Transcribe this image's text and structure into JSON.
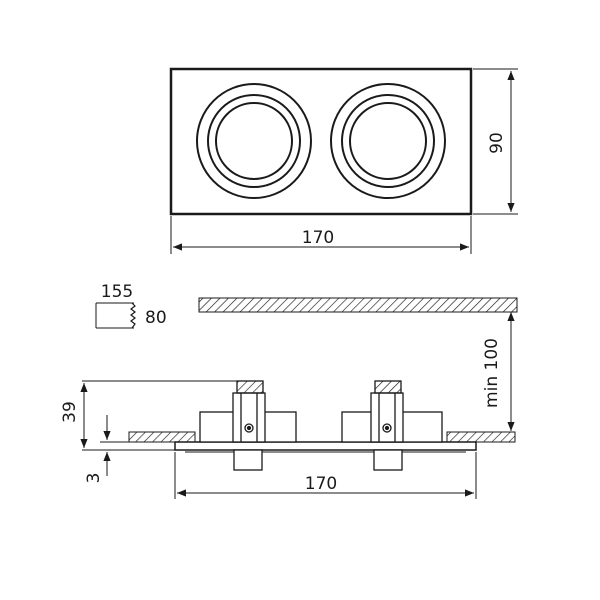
{
  "drawing": {
    "stroke_color": "#1a1a1a",
    "background_color": "#ffffff",
    "top_view": {
      "width_label": "170",
      "height_label": "90"
    },
    "cutout": {
      "width_label": "155",
      "height_label": "80"
    },
    "side_view": {
      "height_label": "39",
      "flange_label": "3",
      "ceiling_clearance_label": "min 100",
      "width_label": "170"
    }
  }
}
